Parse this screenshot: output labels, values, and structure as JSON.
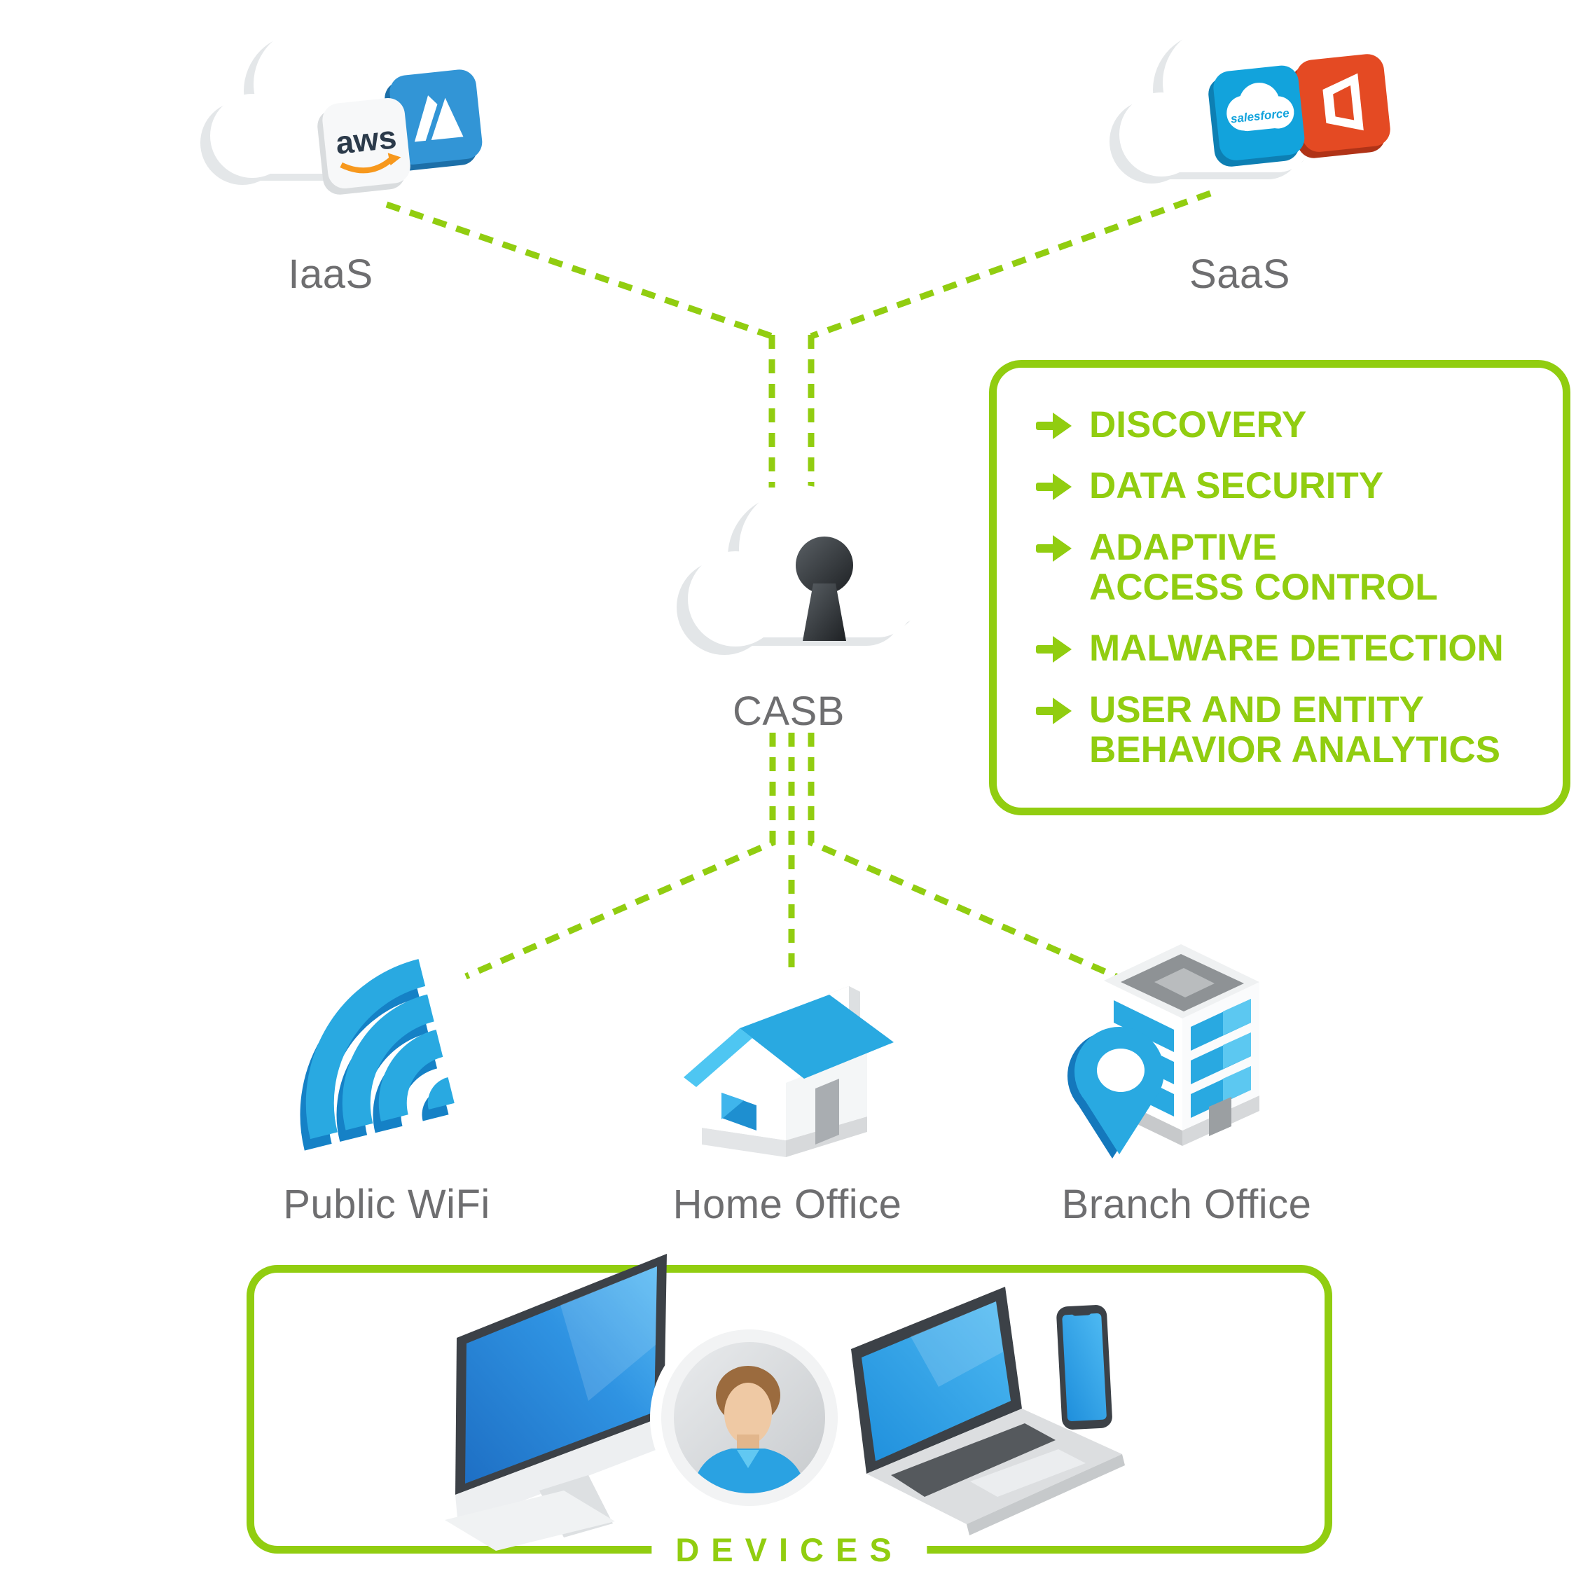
{
  "diagram": {
    "title": "CASB architecture diagram",
    "nodes": {
      "iaas": {
        "label": "IaaS",
        "badges": {
          "aws": {
            "text": "aws"
          },
          "azure": {
            "icon": "azure-badge"
          }
        }
      },
      "saas": {
        "label": "SaaS",
        "badges": {
          "salesforce": {
            "text": "salesforce"
          },
          "office": {
            "icon": "office-365-badge"
          }
        }
      },
      "casb": {
        "label": "CASB",
        "icon": "cloud-keyhole-icon"
      },
      "public_wifi": {
        "label": "Public WiFi",
        "icon": "wifi-icon"
      },
      "home_office": {
        "label": "Home Office",
        "icon": "house-icon"
      },
      "branch_office": {
        "label": "Branch Office",
        "icon": "office-building-location-pin-icon"
      }
    },
    "features": {
      "bullet_icon": "arrow-right-icon",
      "bullet_glyph": "→",
      "items": [
        {
          "lines": [
            "DISCOVERY"
          ]
        },
        {
          "lines": [
            "DATA SECURITY"
          ]
        },
        {
          "lines": [
            "ADAPTIVE",
            "ACCESS CONTROL"
          ]
        },
        {
          "lines": [
            "MALWARE DETECTION"
          ]
        },
        {
          "lines": [
            "USER AND ENTITY",
            "BEHAVIOR ANALYTICS"
          ]
        }
      ]
    },
    "devices": {
      "label": "DEVICES",
      "icons": [
        "desktop-monitor-icon",
        "user-avatar",
        "laptop-icon",
        "smartphone-icon"
      ]
    },
    "colors": {
      "green": "#91CD10",
      "label_gray": "#6E6E70",
      "blue": "#29A9E1",
      "blue_dark": "#1478BC",
      "aws_text": "#2B3A4A",
      "aws_orange": "#F7981D",
      "azure_blue": "#3295D6",
      "salesforce_blue": "#12A3DC",
      "office_red": "#E44A23"
    }
  }
}
